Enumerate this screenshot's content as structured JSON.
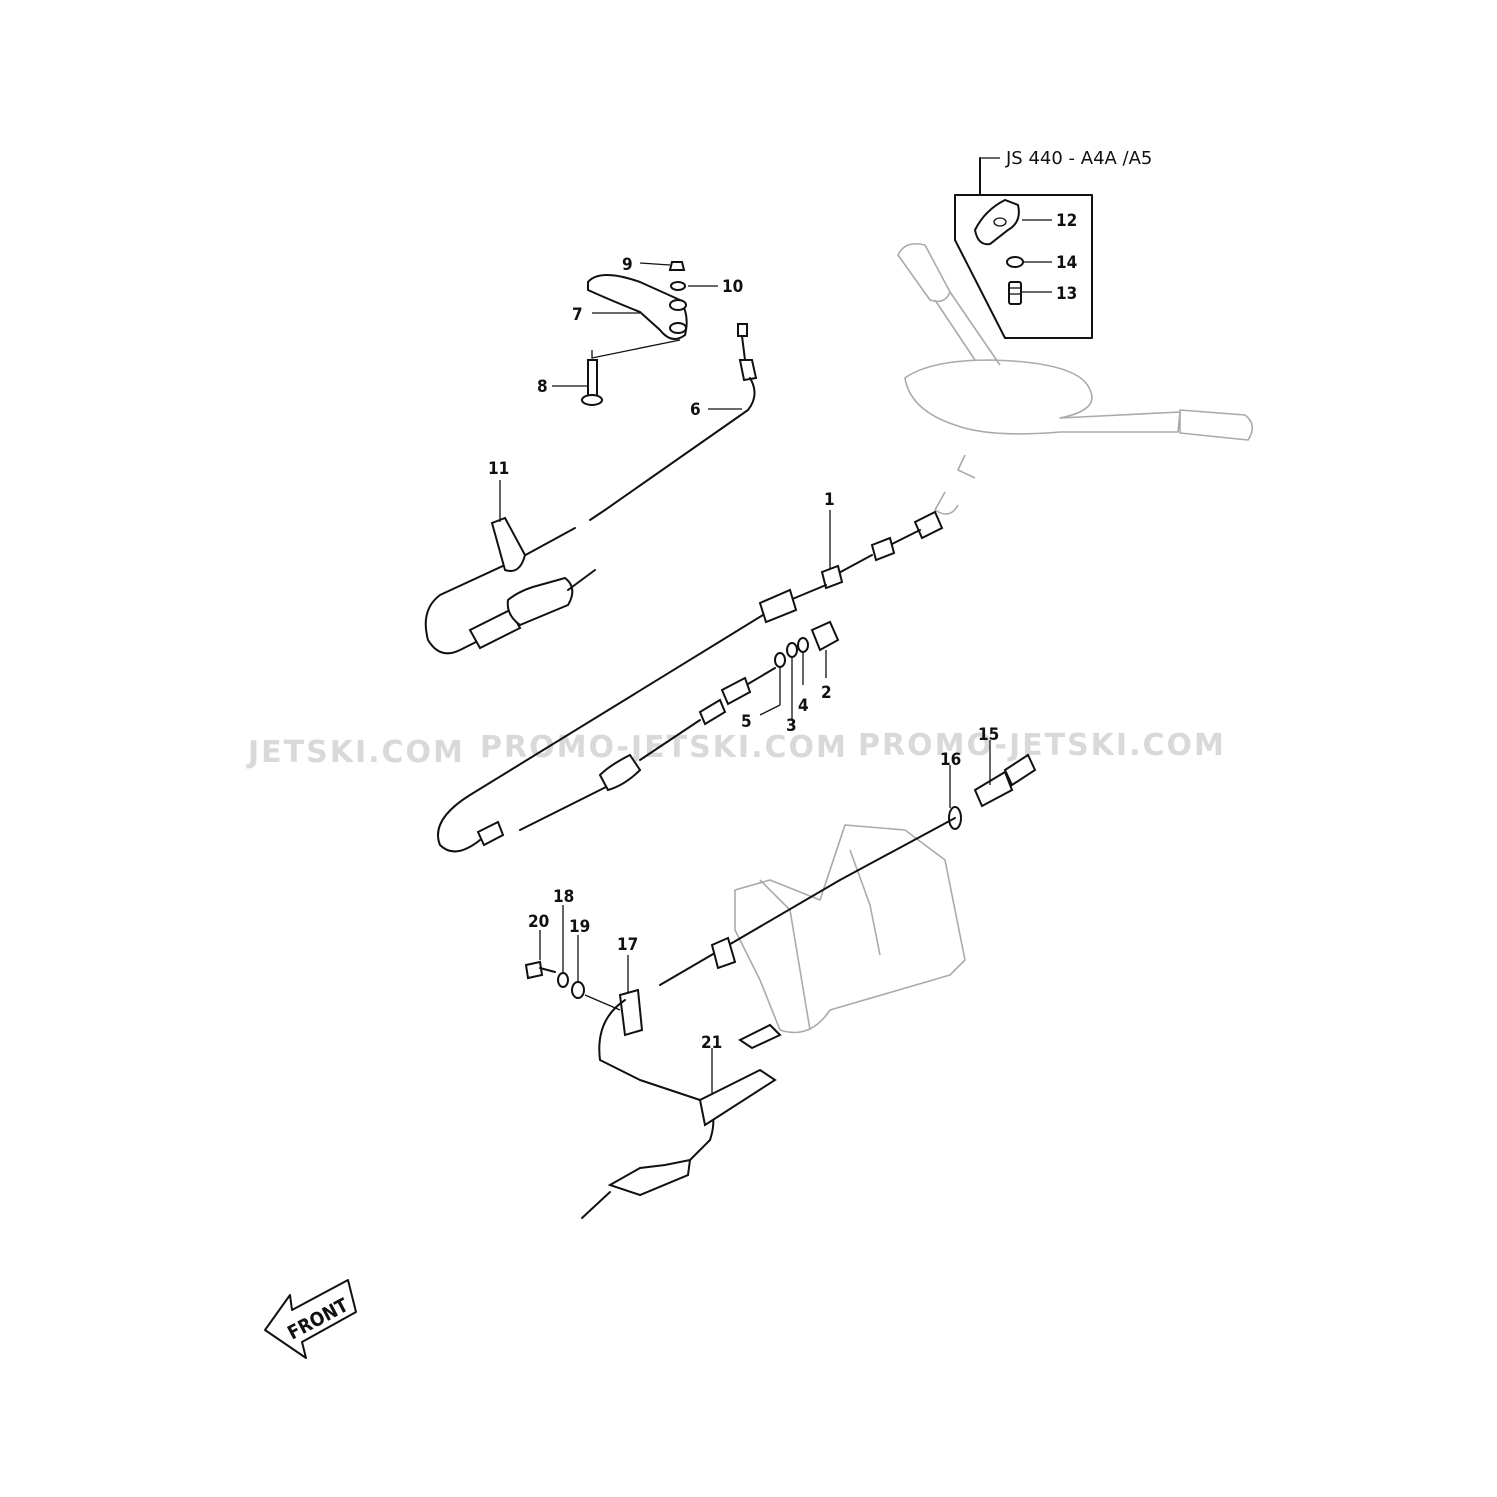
{
  "model_box": {
    "label": "JS 440 - A4A /A5"
  },
  "callouts": [
    {
      "id": "1",
      "text": "1"
    },
    {
      "id": "2",
      "text": "2"
    },
    {
      "id": "3",
      "text": "3"
    },
    {
      "id": "4",
      "text": "4"
    },
    {
      "id": "5",
      "text": "5"
    },
    {
      "id": "6",
      "text": "6"
    },
    {
      "id": "7",
      "text": "7"
    },
    {
      "id": "8",
      "text": "8"
    },
    {
      "id": "9",
      "text": "9"
    },
    {
      "id": "10",
      "text": "10"
    },
    {
      "id": "11",
      "text": "11"
    },
    {
      "id": "12",
      "text": "12"
    },
    {
      "id": "13",
      "text": "13"
    },
    {
      "id": "14",
      "text": "14"
    },
    {
      "id": "15",
      "text": "15"
    },
    {
      "id": "16",
      "text": "16"
    },
    {
      "id": "17",
      "text": "17"
    },
    {
      "id": "18",
      "text": "18"
    },
    {
      "id": "19",
      "text": "19"
    },
    {
      "id": "20",
      "text": "20"
    },
    {
      "id": "21",
      "text": "21"
    }
  ],
  "watermarks": [
    "JETSKI.COM",
    "PROMO-JETSKI.COM",
    "PROMO-JETSKI.COM"
  ],
  "front_arrow": {
    "label": "FRONT"
  },
  "colors": {
    "ink": "#111111",
    "ghost": "#aaaaaa",
    "watermark": "#d9d9d9"
  }
}
